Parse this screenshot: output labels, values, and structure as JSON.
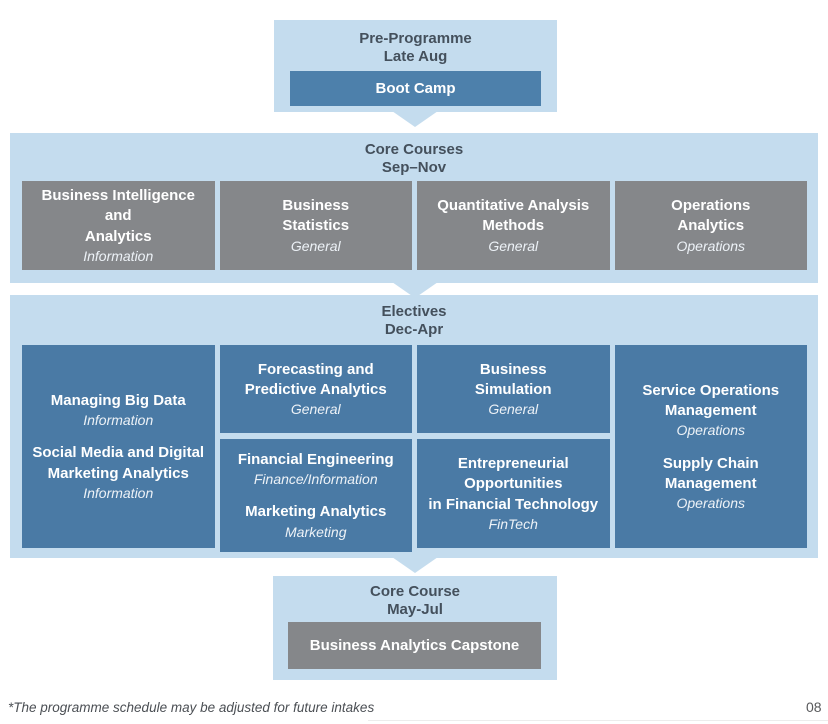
{
  "colors": {
    "panel_light_blue": "#c4dcee",
    "course_blue": "#4a7aa5",
    "bootcamp_blue": "#4d80ab",
    "course_gray": "#85878a",
    "header_text": "#44505c",
    "course_text": "#ffffff"
  },
  "sections": {
    "pre_programme": {
      "title_line1": "Pre-Programme",
      "title_line2": "Late Aug",
      "course": "Boot Camp"
    },
    "core_courses": {
      "title_line1": "Core Courses",
      "title_line2": "Sep–Nov",
      "courses": [
        {
          "name": "Business Intelligence and\nAnalytics",
          "category": "Information"
        },
        {
          "name": "Business\nStatistics",
          "category": "General"
        },
        {
          "name": "Quantitative Analysis\nMethods",
          "category": "General"
        },
        {
          "name": "Operations\nAnalytics",
          "category": "Operations"
        }
      ]
    },
    "electives": {
      "title_line1": "Electives",
      "title_line2": "Dec-Apr",
      "columns": [
        {
          "boxes": [
            {
              "courses": [
                {
                  "name": "Managing Big Data",
                  "category": "Information"
                },
                {
                  "name": "Social Media and Digital\nMarketing Analytics",
                  "category": "Information"
                }
              ]
            }
          ]
        },
        {
          "boxes": [
            {
              "courses": [
                {
                  "name": "Forecasting and\nPredictive Analytics",
                  "category": "General"
                }
              ]
            },
            {
              "courses": [
                {
                  "name": "Financial Engineering",
                  "category": "Finance/Information"
                },
                {
                  "name": "Marketing Analytics",
                  "category": "Marketing"
                }
              ]
            }
          ]
        },
        {
          "boxes": [
            {
              "courses": [
                {
                  "name": "Business\nSimulation",
                  "category": "General"
                }
              ]
            },
            {
              "courses": [
                {
                  "name": "Entrepreneurial\nOpportunities\nin Financial Technology",
                  "category": "FinTech"
                }
              ]
            }
          ]
        },
        {
          "boxes": [
            {
              "courses": [
                {
                  "name": "Service Operations\nManagement",
                  "category": "Operations"
                },
                {
                  "name": "Supply Chain\nManagement",
                  "category": "Operations"
                }
              ]
            }
          ]
        }
      ]
    },
    "capstone": {
      "title_line1": "Core Course",
      "title_line2": "May-Jul",
      "course": "Business Analytics Capstone"
    }
  },
  "footer": {
    "note": "*The programme schedule may be adjusted for future intakes",
    "page_number": "08"
  }
}
